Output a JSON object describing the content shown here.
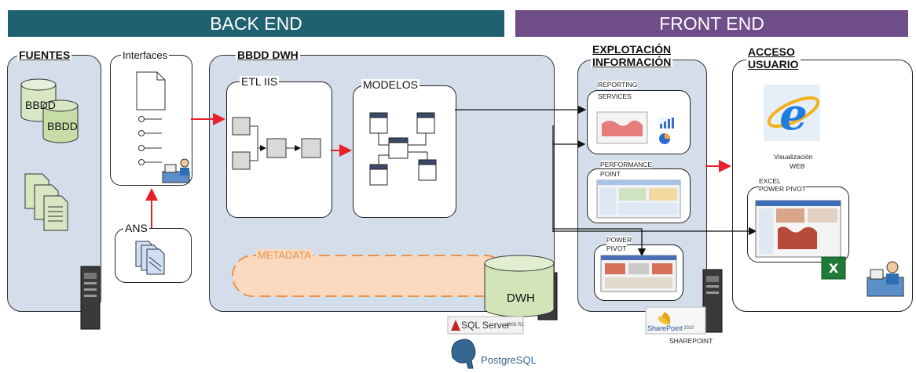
{
  "banners": {
    "back_end": "BACK END",
    "front_end": "FRONT END"
  },
  "sections": {
    "fuentes": "FUENTES",
    "interfaces": "Interfaces",
    "bbdd_dwh": "BBDD DWH",
    "etl": "ETL IIS",
    "modelos": "MODELOS",
    "metadata": "METADATA",
    "ans": "ANS",
    "dwh": "DWH",
    "explotacion_line1": "EXPLOTACIÓN",
    "explotacion_line2": "INFORMACIÓN",
    "acceso_line1": "ACCESO",
    "acceso_line2": "USUARIO"
  },
  "sources": {
    "db1": "BBDD",
    "db2": "BBDD"
  },
  "front": {
    "reporting_line1": "REPORTING",
    "reporting_line2": "SERVICES",
    "performance_line1": "PERFORMANCE",
    "performance_line2": "POINT",
    "power_line1": "POWER",
    "power_line2": "PIVOT",
    "visualizacion": "Visualización",
    "web": "WEB",
    "excel_line1": "EXCEL",
    "excel_line2": "POWER PIVOT",
    "sharepoint_caption": "SHAREPOINT"
  },
  "logos": {
    "sqlserver": "SQL Server",
    "sqlserver_version": "2008 R2",
    "postgres": "PostgreSQL",
    "sharepoint": "SharePoint",
    "sharepoint_version": "2010"
  },
  "colors": {
    "back_end_banner": "#1f6170",
    "front_end_banner": "#6e4d89",
    "panel_fill": "#d3deea",
    "arrow_red": "#e8202a",
    "metadata_fill": "#fad9bf",
    "dwh_cyl_fill": "#d2e5b8"
  }
}
